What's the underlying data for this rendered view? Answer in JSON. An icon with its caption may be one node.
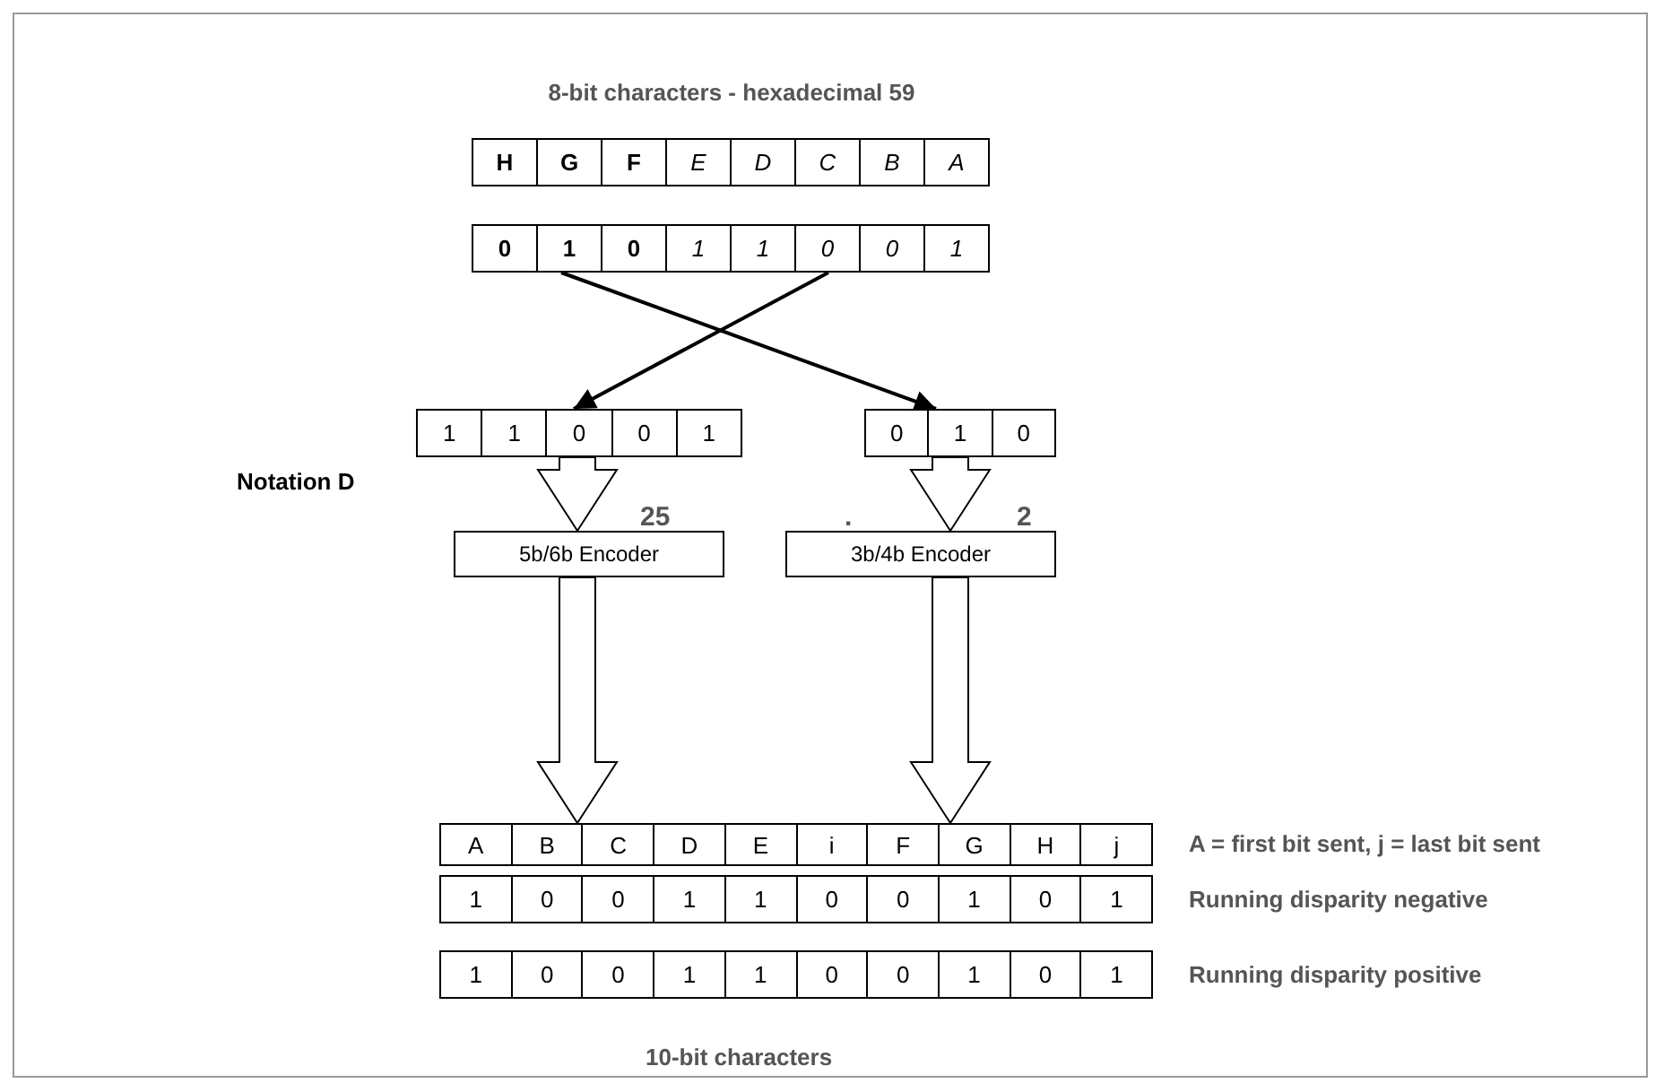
{
  "diagram": {
    "title": "8-bit characters - hexadecimal 59",
    "caption": "10-bit characters",
    "nodes": [
      {
        "text": [
          "**H**",
          "**G**",
          "**F**",
          "*E*",
          "*D*",
          "*C*",
          "*B*",
          "*A*"
        ]
      },
      {
        "text": [
          "**0**",
          "**1**",
          "**0**",
          "*1*",
          "*1*",
          "*0*",
          "*0*",
          "*1*"
        ]
      },
      {
        "text": [
          "1",
          "1",
          "0",
          "0",
          "1"
        ]
      },
      {
        "text": [
          "0",
          "1",
          "0"
        ]
      },
      {
        "text": [
          "5b/6b Encoder"
        ]
      },
      {
        "text": [
          "3b/4b Encoder"
        ]
      },
      {
        "text": [
          "A",
          "B",
          "C",
          "D",
          "E",
          "i",
          "F",
          "G",
          "H",
          "j"
        ],
        "beside": [
          "A = first bit sent, j = last bit sent"
        ]
      },
      {
        "text": [
          "1",
          "0",
          "0",
          "1",
          "1",
          "0",
          "0",
          "1",
          "0",
          "1"
        ],
        "beside": [
          "Running disparity negative"
        ]
      },
      {
        "text": [
          "1",
          "0",
          "0",
          "1",
          "1",
          "0",
          "0",
          "1",
          "0",
          "1"
        ],
        "beside": [
          "Running disparity positive"
        ]
      }
    ],
    "edges": [
      {
        "from": 1,
        "to": 3,
        "arrow": "to"
      },
      {
        "from": 1,
        "to": 2,
        "arrow": "to"
      },
      {
        "from": 2,
        "to": 4,
        "arrow": "to",
        "style": "thick"
      },
      {
        "from": 3,
        "to": 5,
        "arrow": "to",
        "style": "thick"
      },
      {
        "from": 4,
        "to": 6,
        "arrow": "to",
        "style": "thick"
      },
      {
        "from": 5,
        "to": 6,
        "arrow": "to",
        "style": "thick"
      }
    ],
    "labels": [
      "Notation D",
      "25",
      ".",
      "2"
    ]
  }
}
